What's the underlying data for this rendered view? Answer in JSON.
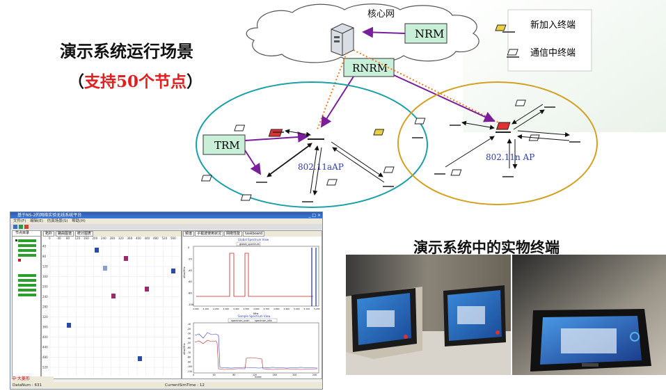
{
  "title": {
    "main": "演示系统运行场景",
    "sub_open": "（",
    "sub_highlight": "支持50个节点",
    "sub_close": "）"
  },
  "photos_title": "演示系统中的实物终端",
  "diagram": {
    "cloud_label": "核心网",
    "nrm": "NRM",
    "rnrm": "RNRM",
    "trm": "TRM",
    "ap_left": "802.11aAP",
    "ap_right": "802.11n AP",
    "legend_new": "新加入终端",
    "legend_comm": "通信中终端"
  },
  "app": {
    "title_text": "基于NS-2的网络实验无线系统平台",
    "menu": [
      "文件(F)",
      "编辑(E)",
      "仿真场景(S)",
      "帮助(H)"
    ],
    "tree_header": "节点目录",
    "map_tabs": [
      "拓扑",
      "路由图谱",
      "统计图表"
    ],
    "map_ticks": [
      "0",
      "40",
      "80",
      "120",
      "160",
      "200",
      "240",
      "280",
      "320",
      "360",
      "400",
      "440",
      "480",
      "520",
      "560"
    ],
    "map_yticks": [
      "40",
      "80",
      "120",
      "160",
      "200",
      "240",
      "280",
      "320",
      "360",
      "400",
      "440",
      "480",
      "520"
    ],
    "right_tabs": [
      "频谱",
      "子载波使用状况",
      "网络性能",
      "taskboard"
    ],
    "chart1": {
      "title": "Global Spectrum View",
      "legend": "global_spectrum",
      "ylabel": "dBm/MHz",
      "xlabel": "MHz",
      "yticks": [
        "0",
        "-20",
        "-40",
        "-60",
        "-80",
        "-100"
      ],
      "xticks": [
        "4,000",
        "4,100",
        "4,200",
        "4,300",
        "4,400",
        "4,500",
        "4,600",
        "4,700",
        "4,800",
        "4,900",
        "5,000",
        "5,100",
        "5,200"
      ]
    },
    "chart2": {
      "title": "Sample Spectrum View",
      "legend1": "spectrum_scan",
      "legend2": "spectrum_idle",
      "ylabel": "dBm/MHz",
      "xlabel": "Index",
      "yticks": [
        "-10",
        "-20",
        "-30",
        "-40",
        "-50",
        "-60",
        "-70",
        "-80",
        "-90",
        "-100",
        "-110"
      ],
      "xticks": [
        "0",
        "40",
        "80",
        "120",
        "160",
        "200",
        "240"
      ]
    },
    "taskbar": "中·大菱形",
    "status_left": "DataNum : 631",
    "status_right": "CurrentSimTime : 12"
  },
  "colors": {
    "cloud_stroke": "#555555",
    "box_fill": "#c8f0d8",
    "purple_arrow": "#7a1e9c",
    "orange_dotted": "#f07820",
    "ellipse_left": "#1aa0a8",
    "ellipse_right": "#d4a020",
    "ap_text": "#2a3cb0"
  }
}
